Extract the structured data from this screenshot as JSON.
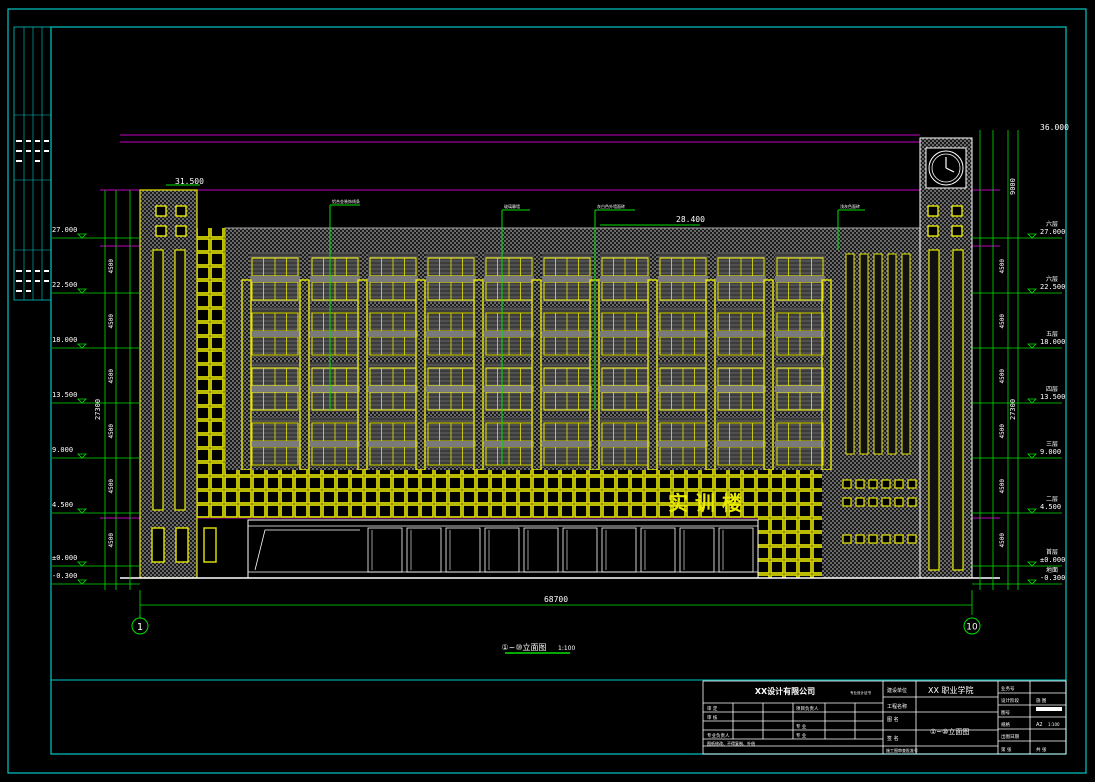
{
  "drawing": {
    "title_under_view": "①~⑩立面图",
    "title_scale": "1:100",
    "building_sign": "实 训 楼",
    "overall_dimension": "68700",
    "total_height_dim": "27300",
    "tower_dim": "9000",
    "left_top_elev": "31.500",
    "mid_top_elev": "28.400",
    "tower_top_elev": "36.000",
    "axis_start": "1",
    "axis_end": "10",
    "left_levels": [
      "27.000",
      "22.500",
      "18.000",
      "13.500",
      "9.000",
      "4.500",
      "±0.000",
      "-0.300"
    ],
    "right_levels": [
      {
        "floor": "六层",
        "elev": "27.000"
      },
      {
        "floor": "六层",
        "elev": "22.500"
      },
      {
        "floor": "五层",
        "elev": "18.000"
      },
      {
        "floor": "四层",
        "elev": "13.500"
      },
      {
        "floor": "三层",
        "elev": "9.000"
      },
      {
        "floor": "二层",
        "elev": "4.500"
      },
      {
        "floor": "首层",
        "elev": "±0.000"
      },
      {
        "floor": "地面",
        "elev": "-0.300"
      }
    ],
    "floor_dims": [
      "4500",
      "4500",
      "4500",
      "4500",
      "4500",
      "4500"
    ],
    "leaders": [
      "铝合金装饰线条",
      "玻璃幕墙",
      "灰白色外墙面砖",
      "浅灰色面砖"
    ]
  },
  "title_block": {
    "company": "XX设计有限公司",
    "company_sub": "专业设计证书",
    "project_owner_label": "建设单位",
    "project_owner_value": "XX 职业学院",
    "project_name_label": "工程名称",
    "drawing_name_label": "图 名",
    "drawing_name_value": "①~⑩立面图",
    "signature_label": "签 名",
    "note": "施工图审查批准号",
    "row_labels": [
      "审 定",
      "审 核",
      "专业负责人"
    ],
    "row_labels_mid": [
      "项目负责人",
      "专 业",
      "专 业"
    ],
    "bottom_note": "图纸修改、不得复制、外借",
    "right_labels": [
      "业务号",
      "设计阶段",
      "图号",
      "规格",
      "出图日期",
      "第 张"
    ],
    "right_values": [
      "施 图",
      "",
      "A2",
      "1:100",
      "",
      "共 张"
    ]
  },
  "colors": {
    "border": "#00c8c8",
    "wall_yellow": "#e8e800",
    "magenta": "#c000c0",
    "green": "#00e000",
    "white": "#ffffff",
    "gray_hatch": "#7a7a7a"
  }
}
